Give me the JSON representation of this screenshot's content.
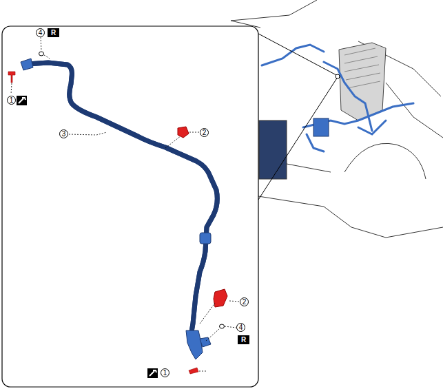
{
  "diagram": {
    "labels": [
      "4",
      "R",
      "1",
      "3",
      "2",
      "2",
      "4",
      "R",
      "1"
    ]
  }
}
